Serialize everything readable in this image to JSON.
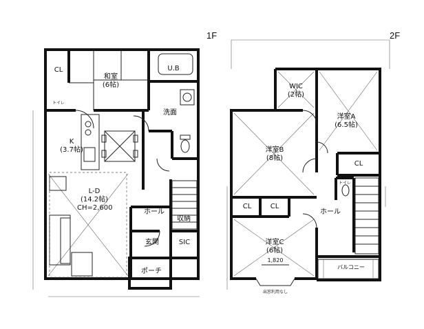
{
  "floors": {
    "first": {
      "label": "1F",
      "rooms": {
        "washitsu": "和室\n(6帖)",
        "cl": "CL",
        "ub": "U.B",
        "wash": "洗面",
        "toilet": "トイレ",
        "kitchen": "K\n(3.7帖)",
        "ld": "L-D\n(14.2帖)\nCH=2,600",
        "hall": "ホール",
        "storage": "収納",
        "genkan": "玄関",
        "sic": "SIC",
        "porch": "ポーチ"
      }
    },
    "second": {
      "label": "2F",
      "rooms": {
        "wic": "WIC\n(2帖)",
        "yoA": "洋室A\n(6.5帖)",
        "yoB": "洋室B\n(8帖)",
        "yoC": "洋室C\n(6帖)",
        "cl1": "CL",
        "cl2": "CL",
        "clA": "CL",
        "hall": "ホール",
        "toilet": "トイレ",
        "balcony": "バルコニー",
        "dim": "1,820",
        "note": "出窓利用なし"
      }
    }
  }
}
